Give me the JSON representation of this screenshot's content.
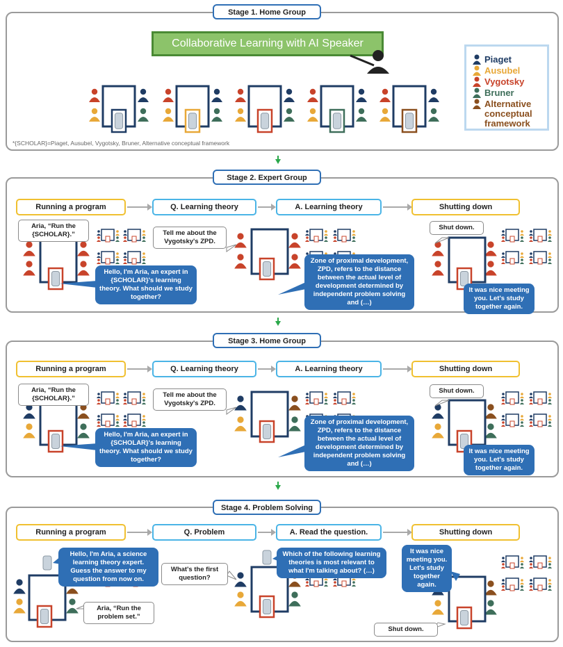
{
  "stage1": {
    "title": "Stage 1. Home Group",
    "banner": "Collaborative Learning with AI Speaker",
    "legend": [
      {
        "label": "Piaget",
        "color": "#1f3c64"
      },
      {
        "label": "Ausubel",
        "color": "#e8a838"
      },
      {
        "label": "Vygotsky",
        "color": "#c8432a"
      },
      {
        "label": "Bruner",
        "color": "#3e6e5a"
      },
      {
        "label": "Alternative conceptual framework",
        "color": "#8a4f1e"
      }
    ],
    "footnote": "*{SCHOLAR}=Piaget, Ausubel, Vygotsky, Bruner, Alternative conceptual framework"
  },
  "stage2": {
    "title": "Stage  2. Expert Group",
    "steps": [
      "Running a program",
      "Q. Learning theory",
      "A. Learning theory",
      "Shutting down"
    ],
    "bubbles": {
      "run": "Aria, “Run the {SCHOLAR}.”",
      "hello": "Hello, I'm Aria, an expert in {SCHOLAR}'s learning theory. What should we study together?",
      "ask": "Tell me about the Vygotsky's ZPD.",
      "answer": "Zone of proximal development, ZPD, refers to the distance between the actual level of development determined by independent problem solving and (…)",
      "shut": "Shut down.",
      "bye": "It was nice meeting you. Let's study together again."
    }
  },
  "stage3": {
    "title": "Stage 3. Home Group",
    "steps": [
      "Running a program",
      "Q. Learning theory",
      "A. Learning theory",
      "Shutting down"
    ],
    "bubbles": {
      "run": "Aria, “Run the {SCHOLAR}.”",
      "hello": "Hello, I'm Aria, an expert in {SCHOLAR}'s learning theory. What should we study together?",
      "ask": "Tell me about the Vygotsky's ZPD.",
      "answer": "Zone of proximal development, ZPD, refers to the distance between the actual level of development determined by independent problem solving and (…)",
      "shut": "Shut down.",
      "bye": "It was nice meeting you. Let's study together again."
    }
  },
  "stage4": {
    "title": "Stage  4. Problem Solving",
    "steps": [
      "Running a program",
      "Q. Problem",
      "A. Read the question.",
      "Shutting down"
    ],
    "bubbles": {
      "hello": "Hello, I'm Aria, a science learning theory expert. Guess the answer to my question from now on.",
      "run": "Aria, “Run the problem set.”",
      "ask": "What's the first question?",
      "answer": "Which of the following learning theories is most relevant to what I'm talking about? (…)",
      "bye": "It was nice meeting you. Let's study together again.",
      "shut": "Shut down."
    }
  }
}
